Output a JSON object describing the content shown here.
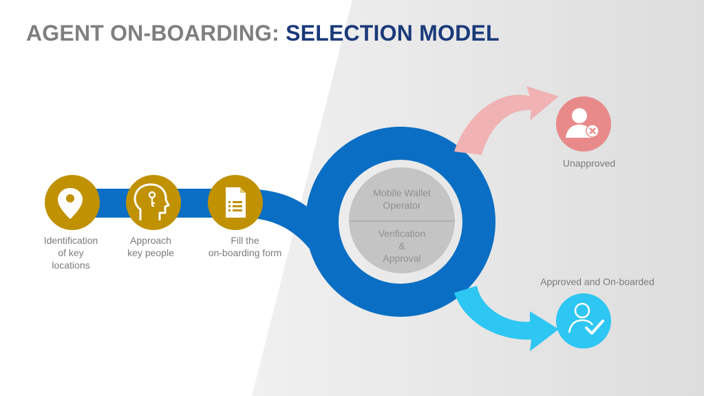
{
  "title": {
    "part1": "AGENT ON-BOARDING: ",
    "part2": "SELECTION MODEL"
  },
  "steps": [
    {
      "lines": [
        "Identification",
        "of key",
        "locations"
      ],
      "icon": "location-pin-icon"
    },
    {
      "lines": [
        "Approach",
        "key people"
      ],
      "icon": "head-key-icon"
    },
    {
      "lines": [
        "Fill the",
        "on-boarding form"
      ],
      "icon": "document-form-icon"
    }
  ],
  "center": {
    "top_lines": [
      "Mobile Wallet",
      "Operator"
    ],
    "bottom_lines": [
      "Verification",
      "&",
      "Approval"
    ]
  },
  "outcomes": {
    "unapproved": {
      "label": "Unapproved",
      "icon": "user-rejected-icon"
    },
    "approved": {
      "label": "Approved and On-boarded",
      "icon": "user-approved-icon"
    }
  },
  "colors": {
    "gold": "#c09100",
    "blue": "#0a6ec4",
    "pink": "#f0b2b2",
    "red": "#e88a8a",
    "cyan": "#2ec6f3",
    "title_gray": "#7f7f7f",
    "title_navy": "#1a3a7a"
  }
}
